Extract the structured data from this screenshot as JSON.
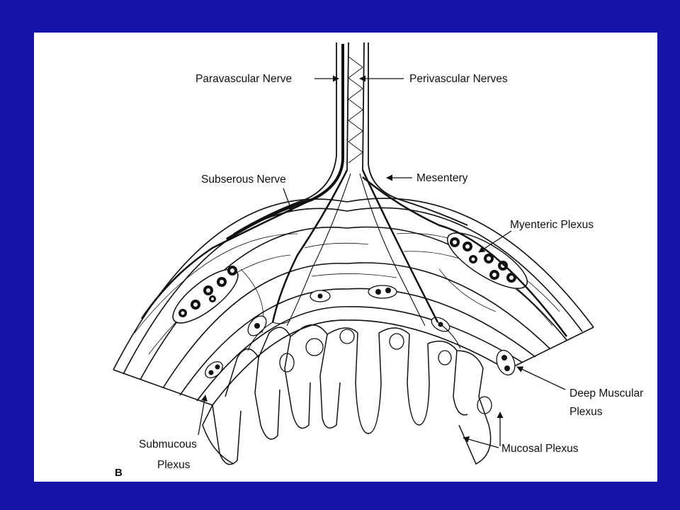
{
  "colors": {
    "background": "#1414a8",
    "panel": "#ffffff",
    "ink": "#111111"
  },
  "labels": {
    "paravascular": "Paravascular Nerve",
    "perivascular": "Perivascular Nerves",
    "subserous": "Subserous Nerve",
    "mesentery": "Mesentery",
    "myenteric": "Myenteric Plexus",
    "deep_muscular_1": "Deep Muscular",
    "deep_muscular_2": "Plexus",
    "submucous_1": "Submucous",
    "submucous_2": "Plexus",
    "mucosal": "Mucosal Plexus",
    "panel_letter": "B"
  }
}
